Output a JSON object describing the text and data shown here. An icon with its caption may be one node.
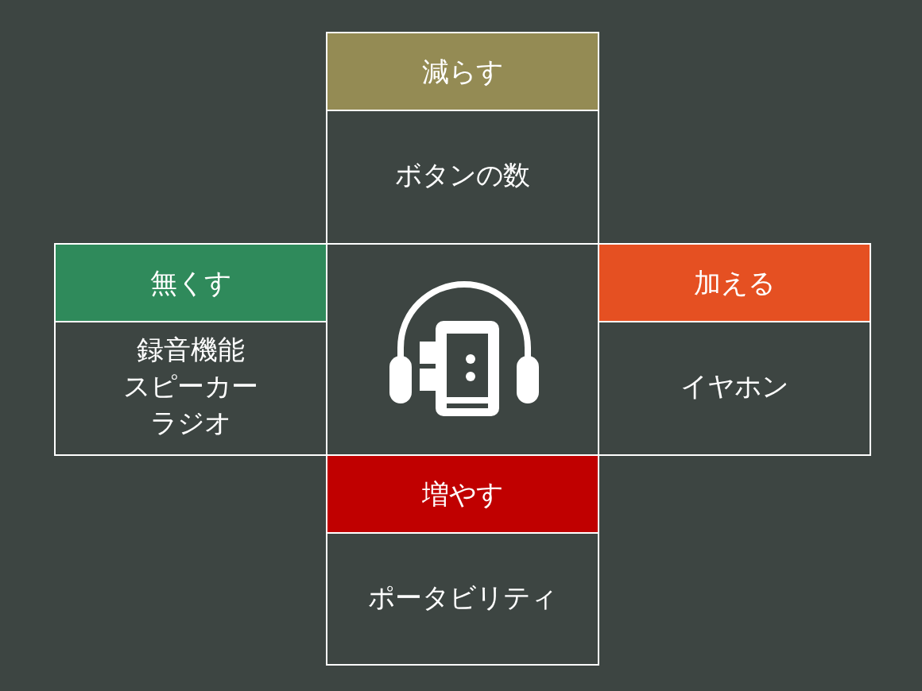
{
  "diagram": {
    "nodes": [
      {
        "text": [
          "減らす",
          "ボタンの数"
        ]
      },
      {
        "text": [
          "無くす",
          "録音機能",
          "スピーカー",
          "ラジオ"
        ]
      },
      {
        "text": [],
        "shape": "box"
      },
      {
        "text": [
          "加える",
          "イヤホン"
        ]
      },
      {
        "text": [
          "増やす",
          "ポータビリティ"
        ]
      }
    ]
  }
}
